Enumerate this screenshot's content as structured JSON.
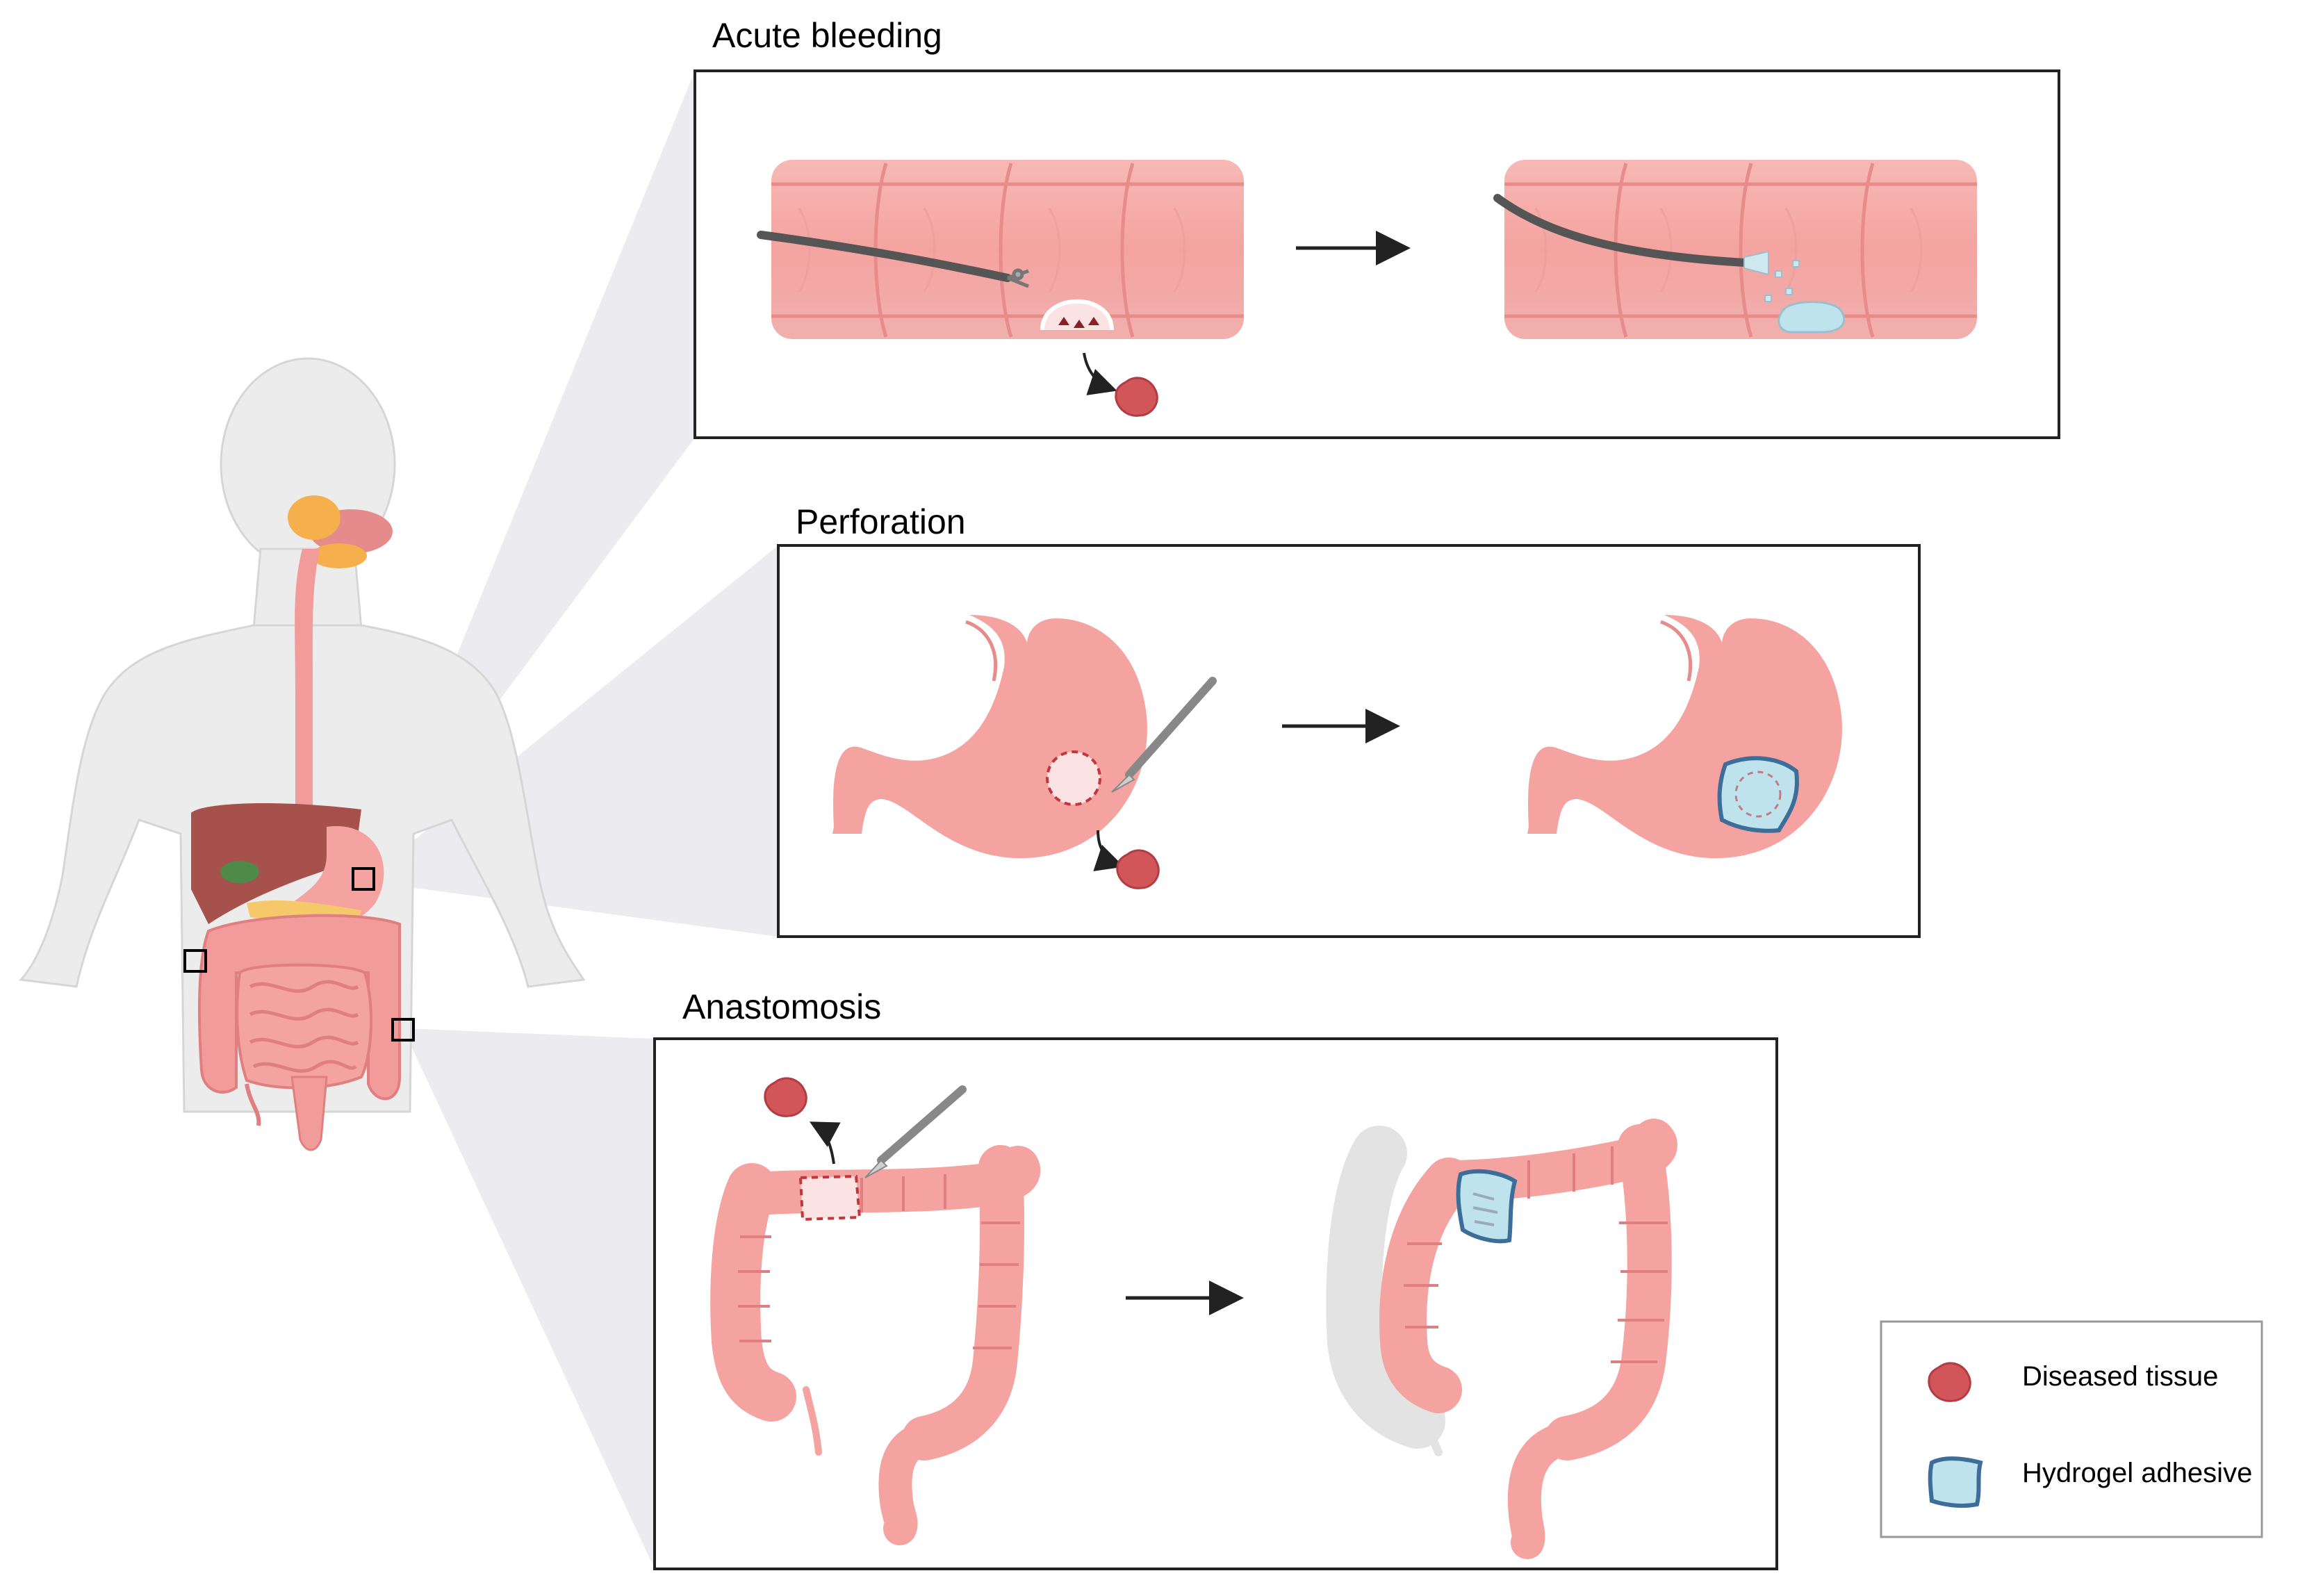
{
  "panels": {
    "acute_bleeding": {
      "title": "Acute bleeding"
    },
    "perforation": {
      "title": "Perforation"
    },
    "anastomosis": {
      "title": "Anastomosis"
    }
  },
  "legend": {
    "items": [
      {
        "label": "Diseased tissue",
        "icon": "diseased-tissue-icon"
      },
      {
        "label": "Hydrogel adhesive",
        "icon": "hydrogel-adhesive-icon"
      }
    ]
  },
  "colors": {
    "tissue": "#f4a3a0",
    "tissue_dark": "#e07f80",
    "diseased": "#d2555a",
    "hydrogel_fill": "#bfe3ec",
    "hydrogel_stroke": "#3d6d99",
    "body": "#eaeaea",
    "cone": "#dcdbe4"
  }
}
